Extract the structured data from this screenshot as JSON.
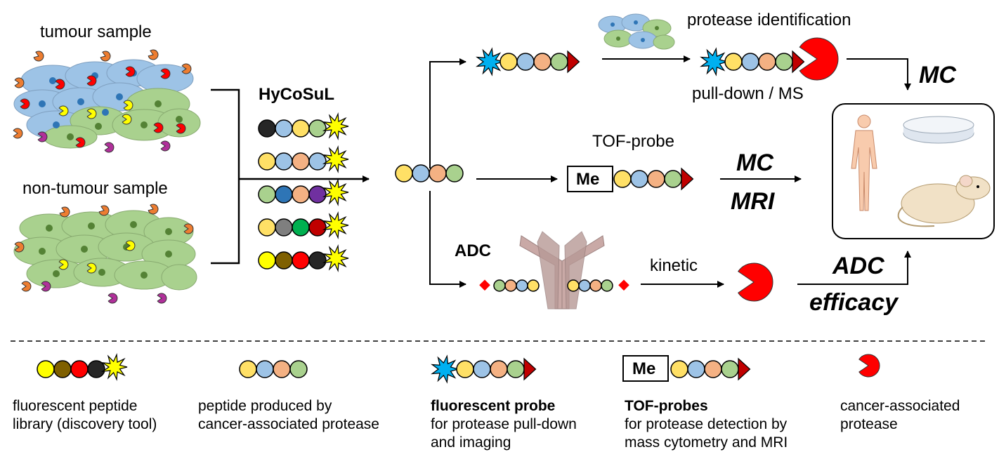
{
  "samples": {
    "tumour": "tumour sample",
    "non_tumour": "non-tumour sample"
  },
  "library_title": "HyCoSuL",
  "upper_branch": {
    "caption_top": "protease identification",
    "caption_bottom": "pull-down / MS",
    "readout": "MC"
  },
  "middle_branch": {
    "caption": "TOF-probe",
    "probe_tag": "Me",
    "readout_1": "MC",
    "readout_2": "MRI"
  },
  "lower_branch": {
    "title": "ADC",
    "caption": "kinetic",
    "readout_1": "ADC",
    "readout_2": "efficacy"
  },
  "legend": [
    {
      "title": "",
      "lines": [
        "fluorescent peptide",
        "library (discovery tool)"
      ]
    },
    {
      "title": "",
      "lines": [
        "peptide produced by",
        "cancer-associated protease"
      ]
    },
    {
      "title": "fluorescent probe",
      "lines": [
        "for protease pull-down",
        "and imaging"
      ]
    },
    {
      "title": "TOF-probes",
      "lines": [
        "for protease detection by",
        "mass cytometry and MRI"
      ],
      "tag": "Me"
    },
    {
      "title": "",
      "lines": [
        "cancer-associated",
        "protease"
      ]
    }
  ],
  "colors": {
    "yellow": "#FFE066",
    "light_blue": "#9DC3E6",
    "salmon": "#F4B183",
    "green": "#A9D18E",
    "dark_red": "#C00000",
    "red": "#FF0000",
    "fluor_yellow": "#FFFF00",
    "fluor_blue": "#00B0F0",
    "tumour_cell": "#9DC3E6",
    "healthy_cell": "#A9D18E",
    "orange": "#ED7D31",
    "purple": "#B0309A"
  }
}
